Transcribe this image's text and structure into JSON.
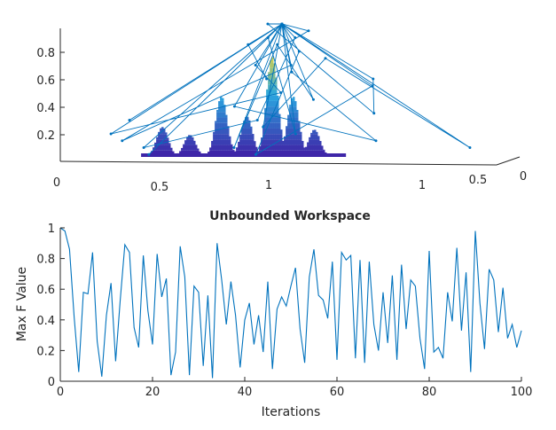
{
  "colors": {
    "line": "#0072BD",
    "axis": "#262626",
    "surface_low": "#3E26A8",
    "surface_mid": "#2BA7E0",
    "surface_high": "#F9D92A"
  },
  "chart_data": [
    {
      "type": "line",
      "view": "3d",
      "title": "",
      "xlabel": "",
      "ylabel": "",
      "zlabel": "",
      "z_ticks": [
        "0.2",
        "0.4",
        "0.6",
        "0.8"
      ],
      "z_range": [
        0,
        1
      ],
      "x_ticks": [
        "0",
        "0.5",
        "1"
      ],
      "y_ticks": [
        "1",
        "0.5",
        "0"
      ],
      "grid": false,
      "series": [
        {
          "type": "line",
          "style": "line with dot markers",
          "z_values_estimated": [
            0.3,
            0.95,
            0.15,
            0.7,
            0.1,
            0.85,
            0.45,
            0.05,
            0.9,
            0.2,
            0.6,
            0.35,
            1.0,
            0.1,
            0.75,
            0.25,
            0.55,
            0.05,
            0.8,
            0.4,
            0.15,
            0.65,
            0.9,
            0.3,
            0.1,
            0.7,
            0.5,
            0.2,
            0.85,
            0.6
          ]
        },
        {
          "type": "surface",
          "colormap": "parula",
          "peaks": [
            {
              "x": 0.5,
              "height": 0.22
            },
            {
              "x": 0.63,
              "height": 0.16
            },
            {
              "x": 0.78,
              "height": 0.45
            },
            {
              "x": 0.9,
              "height": 0.3
            },
            {
              "x": 1.02,
              "height": 0.75
            },
            {
              "x": 1.12,
              "height": 0.45
            },
            {
              "x": 1.22,
              "height": 0.2
            }
          ]
        }
      ]
    },
    {
      "type": "line",
      "title": "Unbounded Workspace",
      "xlabel": "Iterations",
      "ylabel": "Max F Value",
      "xlim": [
        0,
        100
      ],
      "ylim": [
        0,
        1
      ],
      "x_ticks": [
        0,
        20,
        40,
        60,
        80,
        100
      ],
      "y_ticks": [
        0,
        0.2,
        0.4,
        0.6,
        0.8,
        1
      ],
      "grid": false,
      "series": [
        {
          "x": [
            0,
            1,
            2,
            3,
            4,
            5,
            6,
            7,
            8,
            9,
            10,
            11,
            12,
            13,
            14,
            15,
            16,
            17,
            18,
            19,
            20,
            21,
            22,
            23,
            24,
            25,
            26,
            27,
            28,
            29,
            30,
            31,
            32,
            33,
            34,
            35,
            36,
            37,
            38,
            39,
            40,
            41,
            42,
            43,
            44,
            45,
            46,
            47,
            48,
            49,
            50,
            51,
            52,
            53,
            54,
            55,
            56,
            57,
            58,
            59,
            60,
            61,
            62,
            63,
            64,
            65,
            66,
            67,
            68,
            69,
            70,
            71,
            72,
            73,
            74,
            75,
            76,
            77,
            78,
            79,
            80,
            81,
            82,
            83,
            84,
            85,
            86,
            87,
            88,
            89,
            90,
            91,
            92,
            93,
            94,
            95,
            96,
            97,
            98,
            99,
            100
          ],
          "y": [
            1.0,
            0.98,
            0.86,
            0.42,
            0.06,
            0.58,
            0.57,
            0.84,
            0.26,
            0.03,
            0.43,
            0.64,
            0.13,
            0.53,
            0.89,
            0.84,
            0.35,
            0.22,
            0.82,
            0.46,
            0.24,
            0.83,
            0.55,
            0.67,
            0.04,
            0.19,
            0.88,
            0.68,
            0.04,
            0.62,
            0.58,
            0.1,
            0.56,
            0.02,
            0.9,
            0.66,
            0.37,
            0.65,
            0.43,
            0.09,
            0.4,
            0.51,
            0.24,
            0.43,
            0.19,
            0.65,
            0.08,
            0.47,
            0.55,
            0.49,
            0.62,
            0.74,
            0.34,
            0.12,
            0.68,
            0.86,
            0.56,
            0.53,
            0.41,
            0.78,
            0.14,
            0.84,
            0.79,
            0.82,
            0.15,
            0.79,
            0.12,
            0.78,
            0.37,
            0.2,
            0.58,
            0.25,
            0.69,
            0.14,
            0.76,
            0.34,
            0.66,
            0.62,
            0.28,
            0.08,
            0.85,
            0.19,
            0.22,
            0.15,
            0.58,
            0.39,
            0.87,
            0.33,
            0.71,
            0.06,
            0.98,
            0.51,
            0.21,
            0.73,
            0.66,
            0.32,
            0.61,
            0.28,
            0.37,
            0.22,
            0.33
          ]
        }
      ]
    }
  ]
}
